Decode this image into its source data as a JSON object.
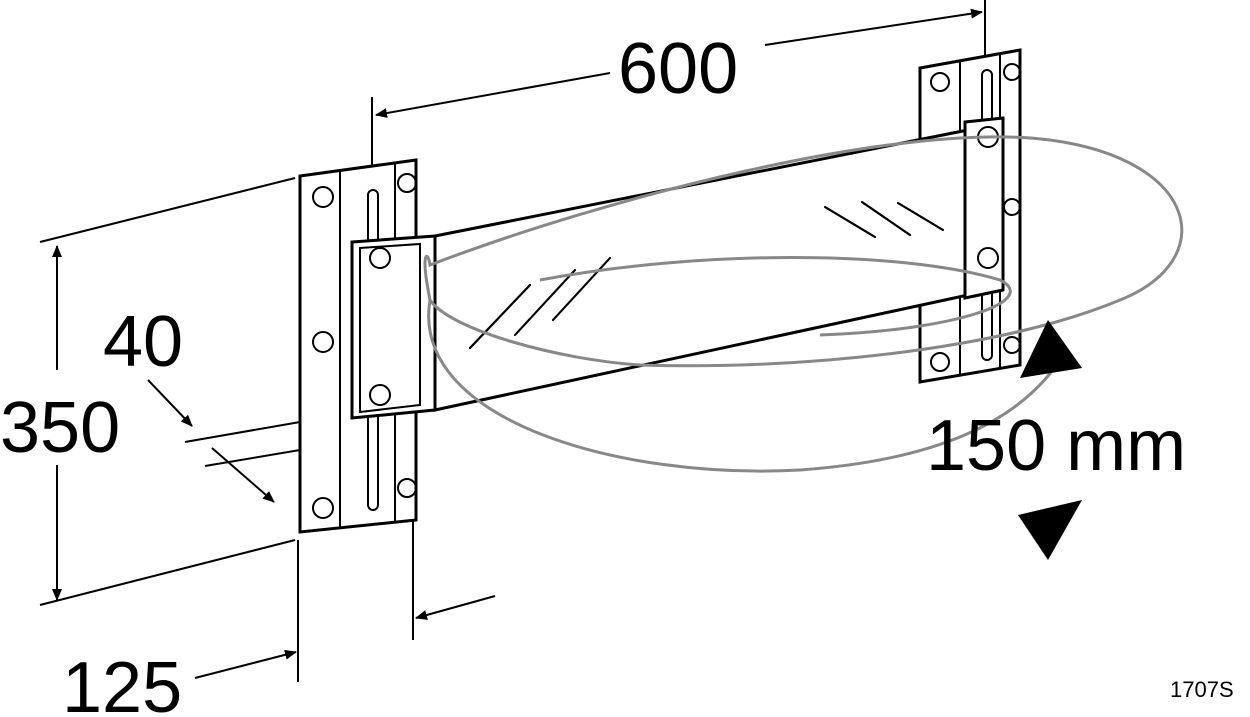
{
  "diagram": {
    "dimensions": {
      "width": "600",
      "height": "350",
      "offset": "40",
      "depth": "125",
      "adjust": "150 mm"
    },
    "figure_code": "1707S",
    "colors": {
      "lines": "#000000",
      "sink_outline": "#888888"
    }
  }
}
